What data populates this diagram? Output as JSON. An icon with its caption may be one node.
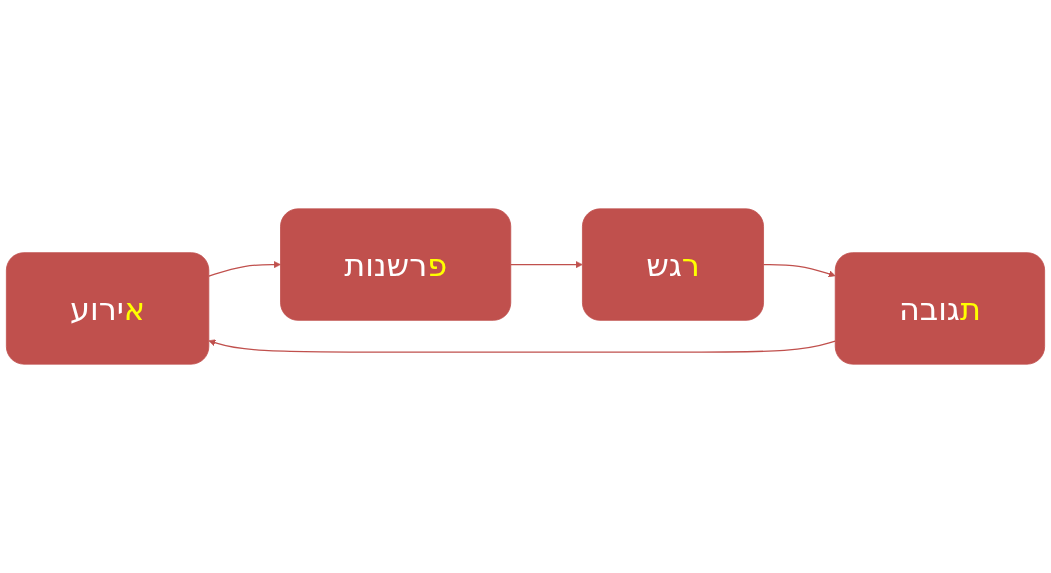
{
  "diagram": {
    "nodes": [
      {
        "text": [
          "אירוע"
        ]
      },
      {
        "text": [
          "פרשנות"
        ]
      },
      {
        "text": [
          "רגש"
        ]
      },
      {
        "text": [
          "תגובה"
        ]
      }
    ],
    "edges": [
      {
        "from": 0,
        "to": 1,
        "arrow": "to"
      },
      {
        "from": 1,
        "to": 2,
        "arrow": "to"
      },
      {
        "from": 2,
        "to": 3,
        "arrow": "to"
      },
      {
        "from": 3,
        "to": 0,
        "arrow": "to"
      }
    ]
  }
}
